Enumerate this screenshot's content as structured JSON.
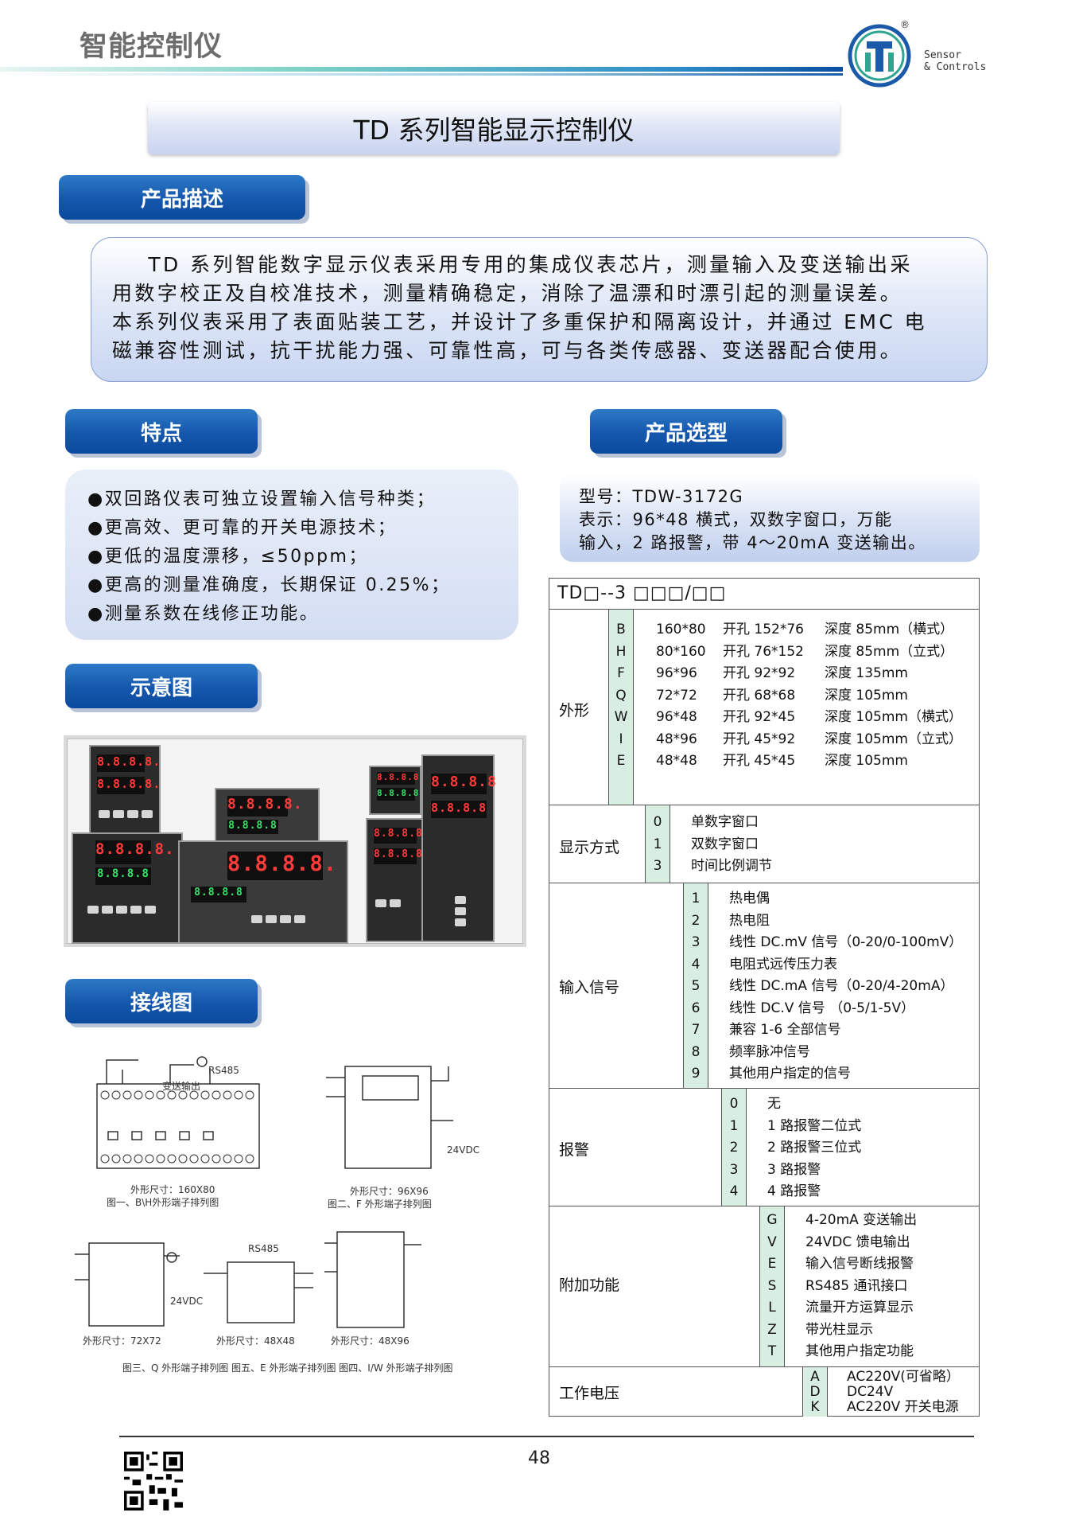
{
  "header": {
    "category": "智能控制仪",
    "logo_text_1": "Sensor",
    "logo_text_2": "& Controls",
    "registered": "®"
  },
  "title": "TD 系列智能显示控制仪",
  "sections": {
    "description": "产品描述",
    "features": "特点",
    "selection": "产品选型",
    "schematic": "示意图",
    "wiring": "接线图"
  },
  "description_lines": [
    "    TD 系列智能数字显示仪表采用专用的集成仪表芯片，测量输入及变送输出采",
    "用数字校正及自校准技术，测量精确稳定，消除了温漂和时漂引起的测量误差。",
    "本系列仪表采用了表面贴装工艺，并设计了多重保护和隔离设计，并通过 EMC 电",
    "磁兼容性测试，抗干扰能力强、可靠性高，可与各类传感器、变送器配合使用。"
  ],
  "features": [
    "●双回路仪表可独立设置输入信号种类；",
    "●更高效、更可靠的开关电源技术；",
    "●更低的温度漂移，≤50ppm；",
    "●更高的测量准确度，长期保证 0.25%；",
    "●测量系数在线修正功能。"
  ],
  "model": {
    "line1": "型号：TDW-3172G",
    "line2": "表示：96*48 横式，双数字窗口，万能",
    "line3": "输入，2 路报警，带 4～20mA 变送输出。"
  },
  "selection_code": "TD□--3 □□□/□□",
  "selection": {
    "shape": {
      "label": "外形",
      "codes": [
        "B",
        "H",
        "F",
        "Q",
        "W",
        "I",
        "E"
      ],
      "sizes": [
        "160*80",
        "80*160",
        "96*96",
        "72*72",
        "96*48",
        "48*96",
        "48*48"
      ],
      "cutouts": [
        "开孔 152*76",
        "开孔 76*152",
        "开孔 92*92",
        "开孔 68*68",
        "开孔 92*45",
        "开孔 45*92",
        "开孔 45*45"
      ],
      "depths": [
        "深度 85mm（横式）",
        "深度 85mm（立式）",
        "深度 135mm",
        "深度 105mm",
        "深度 105mm（横式）",
        "深度 105mm（立式）",
        "深度 105mm"
      ]
    },
    "display": {
      "label": "显示方式",
      "codes": [
        "0",
        "1",
        "3"
      ],
      "items": [
        "单数字窗口",
        "双数字窗口",
        "时间比例调节"
      ]
    },
    "input": {
      "label": "输入信号",
      "codes": [
        "1",
        "2",
        "3",
        "4",
        "5",
        "6",
        "7",
        "8",
        "9"
      ],
      "items": [
        "热电偶",
        "热电阻",
        "线性 DC.mV 信号（0-20/0-100mV）",
        "电阻式远传压力表",
        "线性 DC.mA 信号（0-20/4-20mA）",
        "线性 DC.V 信号 （0-5/1-5V）",
        "兼容 1-6 全部信号",
        "频率脉冲信号",
        "其他用户指定的信号"
      ]
    },
    "alarm": {
      "label": "报警",
      "codes": [
        "0",
        "1",
        "2",
        "3",
        "4"
      ],
      "items": [
        "无",
        "1 路报警二位式",
        "2 路报警三位式",
        "3 路报警",
        "4 路报警"
      ]
    },
    "extra": {
      "label": "附加功能",
      "codes": [
        "G",
        "V",
        "E",
        "S",
        "L",
        "Z",
        "T"
      ],
      "items": [
        "4-20mA 变送输出",
        "24VDC 馈电输出",
        "输入信号断线报警",
        "RS485 通讯接口",
        "流量开方运算显示",
        "带光柱显示",
        "其他用户指定功能"
      ]
    },
    "power": {
      "label": "工作电压",
      "codes": [
        "A",
        "D",
        "K"
      ],
      "items": [
        "AC220V(可省略）",
        "DC24V",
        "AC220V 开关电源"
      ]
    }
  },
  "displays": {
    "d1": "8.8.8.8.",
    "d2": "8.8.8.8",
    "d3": "8.8.8.8."
  },
  "wiring_labels": {
    "rs485": "RS485",
    "v24": "24VDC",
    "transmit": "变送输出",
    "dim1": "外形尺寸：160X80",
    "cap1": "图一、B\\H外形端子排列图",
    "dim2": "外形尺寸：96X96",
    "cap2": "图二、F 外形端子排列图",
    "dim3": "外形尺寸：72X72",
    "dim4": "外形尺寸：48X48",
    "dim5": "外形尺寸：48X96",
    "cap3": "图三、Q 外形端子排列图   图五、E 外形端子排列图  图四、I/W 外形端子排列图"
  },
  "page_number": "48"
}
